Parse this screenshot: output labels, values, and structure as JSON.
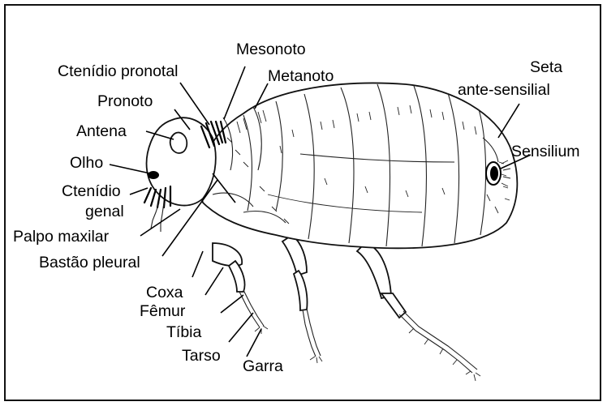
{
  "figure": {
    "title": "",
    "labels": {
      "mesonoto": "Mesonoto",
      "ctenidio_pronotal": "Ctenídio pronotal",
      "metanoto": "Metanoto",
      "seta_line1": "Seta",
      "seta_line2": "ante-sensilial",
      "pronoto": "Pronoto",
      "antena": "Antena",
      "sensilium": "Sensilium",
      "olho": "Olho",
      "ctenidio_genal_line1": "Ctenídio",
      "ctenidio_genal_line2": "genal",
      "palpo_maxilar": "Palpo maxilar",
      "bastao_pleural": "Bastão pleural",
      "coxa": "Coxa",
      "femur": "Fêmur",
      "tibia": "Tíbia",
      "tarso": "Tarso",
      "garra": "Garra"
    }
  }
}
